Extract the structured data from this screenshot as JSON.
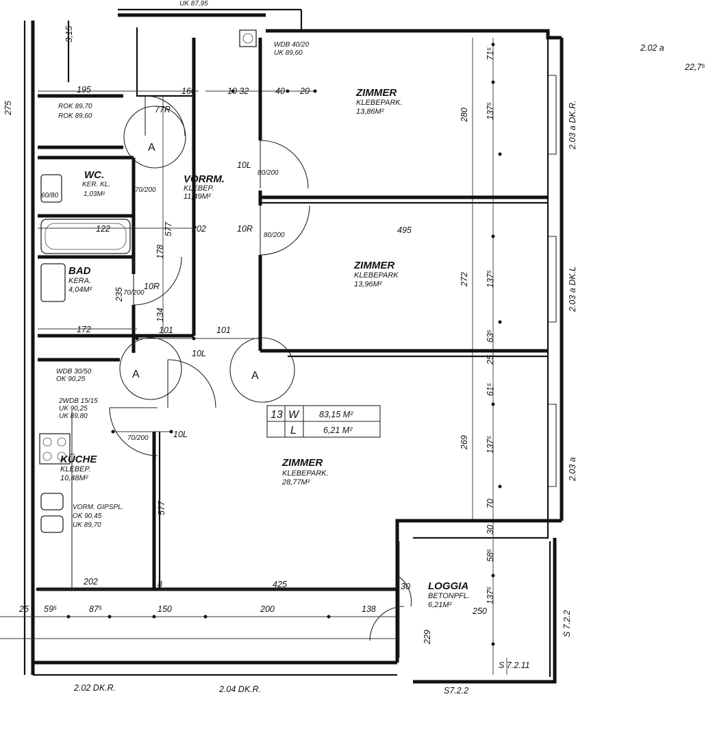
{
  "rooms": {
    "zimmer1": {
      "name": "ZIMMER",
      "floor": "KLEBEPARK.",
      "area": "13,86M²"
    },
    "zimmer2": {
      "name": "ZIMMER",
      "floor": "KLEBEPARK",
      "area": "13,96M²"
    },
    "zimmer3": {
      "name": "ZIMMER",
      "floor": "KLEBEPARK.",
      "area": "28,77M²"
    },
    "vorraum": {
      "name": "VORRM.",
      "floor": "KLEBEP.",
      "area": "11,49M²"
    },
    "wc": {
      "name": "WC.",
      "floor": "KER. KL.",
      "area": "1,03M²"
    },
    "bad": {
      "name": "BAD",
      "floor": "KERA.",
      "area": "4,04M²"
    },
    "kueche": {
      "name": "KÜCHE",
      "floor": "KLEBEP.",
      "area": "10,48M²"
    },
    "loggia": {
      "name": "LOGGIA",
      "floor": "BETONPFL.",
      "area": "6,21M²"
    }
  },
  "summary_table": {
    "unit": "13",
    "rows": [
      {
        "code": "W",
        "value": "83,15 M²"
      },
      {
        "code": "L",
        "value": "6,21 M²"
      }
    ]
  },
  "wall_notes": {
    "wd_top": "WDB 40/20",
    "uk_top": "UK 89,60",
    "uk_topleft": "UK 87,95",
    "rok": "ROK 89,70",
    "rok2": "ROK 89,60",
    "wd_mid": "WDB 30/50",
    "ok_mid": "OK 90,25",
    "wd_kitchen": "2WDB 15/15",
    "uk_kitchen1": "UK 90,25",
    "uk_kitchen2": "UK 89,80",
    "vorm_gips": "VORM. GIPSPL.",
    "ok_gips": "OK 90,45",
    "uk_gips": "UK 89,70",
    "wc_dims": "60/80"
  },
  "window_labels": {
    "w1": "2.03 a DK.R.",
    "w2": "2.03 a DK.L",
    "w3": "2.03 a",
    "w4": "2.02 a",
    "w5": "2.02 DK.R.",
    "w6": "2.04 DK.R.",
    "w7": "S 7.2.2",
    "w8": "S 7.2.11",
    "w9": "S7.2.2"
  },
  "door_labels": {
    "d1": "77R",
    "d2": "10L",
    "d3": "10R",
    "d4": "10R",
    "d5": "10L",
    "d6": "10L",
    "a1": "A",
    "a2": "A",
    "a3": "A"
  },
  "dimensions": {
    "d_495": "495",
    "d_425": "425",
    "d_202a": "202",
    "d_202b": "202",
    "d_200": "200",
    "d_172": "172",
    "d_122": "122",
    "d_101a": "101",
    "d_101b": "101",
    "d_138": "138",
    "d_150": "150",
    "d_250": "250",
    "d_272": "272",
    "d_269": "269",
    "d_280": "280",
    "d_577a": "577",
    "d_577b": "577",
    "d_229": "229",
    "d_80_200a": "80/200",
    "d_80_200b": "80/200",
    "d_70_200a": "70/200",
    "d_70_200b": "70/200",
    "d_70_200c": "70/200",
    "d_160": "160",
    "d_195": "195",
    "d_1375": "137⁵",
    "d_1376": "137⁵",
    "d_1377": "137⁵",
    "d_1378": "137⁵",
    "d_715": "71⁵",
    "d_635": "63⁵",
    "d_615": "61⁵",
    "d_585": "58⁵",
    "d_595": "59⁵",
    "d_875": "87⁵",
    "d_30a": "30",
    "d_30b": "30",
    "d_25a": "25",
    "d_25b": "25",
    "d_8": "8",
    "d_70": "70",
    "d_178": "178",
    "d_134": "134",
    "d_235": "235",
    "d_40": "40",
    "d_20": "20",
    "d_10_32": "10 32",
    "d_275": "275",
    "d_315": "3,15",
    "d_225": "22,7⁵"
  },
  "chart_data": {
    "type": "table",
    "title": "",
    "rows": [
      [
        "13",
        "W",
        "83,15 M²"
      ],
      [
        "",
        "L",
        "6,21 M²"
      ]
    ]
  }
}
